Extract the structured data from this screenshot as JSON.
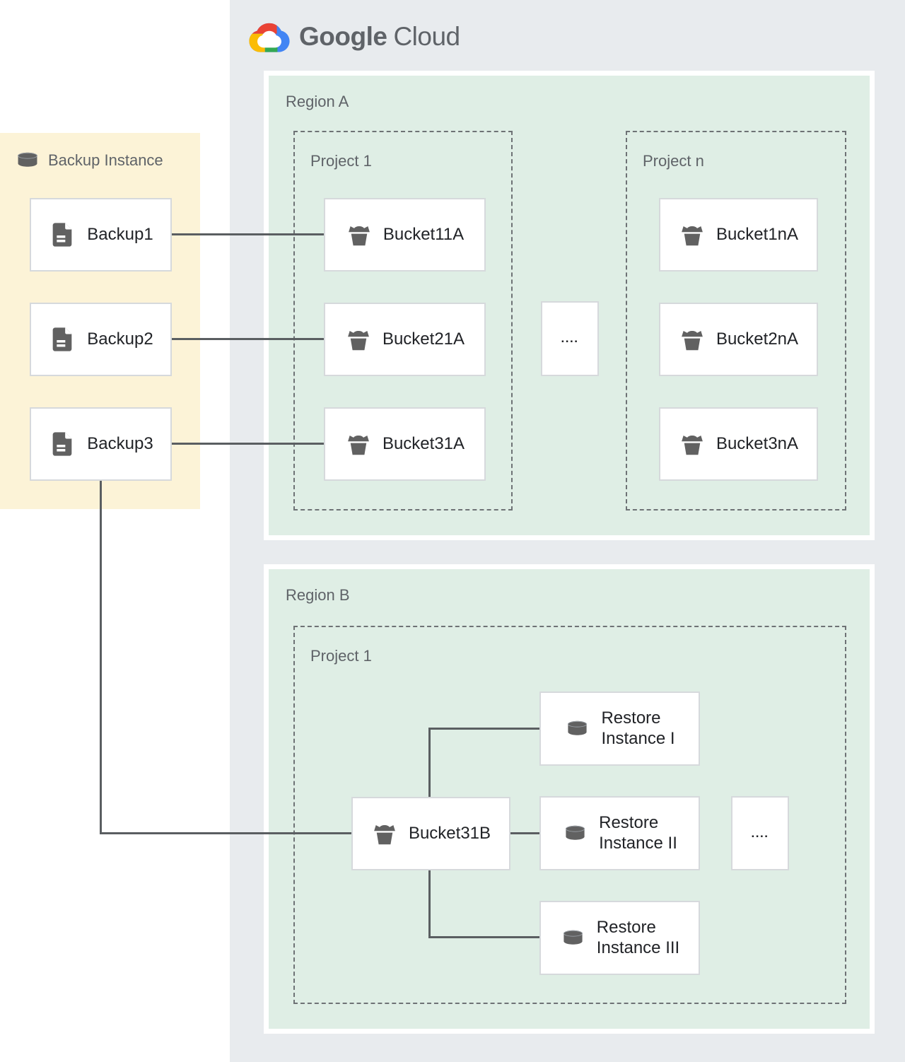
{
  "logo": {
    "google": "Google",
    "cloud": "Cloud"
  },
  "backup_panel": {
    "label": "Backup Instance",
    "items": [
      "Backup1",
      "Backup2",
      "Backup3"
    ]
  },
  "region_a": {
    "label": "Region A",
    "ellipsis": "....",
    "project1": {
      "label": "Project 1",
      "buckets": [
        "Bucket11A",
        "Bucket21A",
        "Bucket31A"
      ]
    },
    "project_n": {
      "label": "Project n",
      "buckets": [
        "Bucket1nA",
        "Bucket2nA",
        "Bucket3nA"
      ]
    }
  },
  "region_b": {
    "label": "Region B",
    "ellipsis": "....",
    "project1": {
      "label": "Project 1"
    },
    "bucket": "Bucket31B",
    "restores": [
      {
        "line1": "Restore",
        "line2": "Instance I"
      },
      {
        "line1": "Restore",
        "line2": "Instance II"
      },
      {
        "line1": "Restore",
        "line2": "Instance III"
      }
    ]
  },
  "colors": {
    "cloud_area": "#e8ebee",
    "region_green": "#dfeee5",
    "backup_panel_yellow": "#fcf3d7",
    "connector": "#5a5e61",
    "icon_gray": "#616161",
    "label_gray": "#5f6368",
    "label_dark": "#212327",
    "logo_blue": "#4285f4",
    "logo_red": "#ea4335",
    "logo_yellow": "#fbbc04",
    "logo_green": "#34a853"
  }
}
